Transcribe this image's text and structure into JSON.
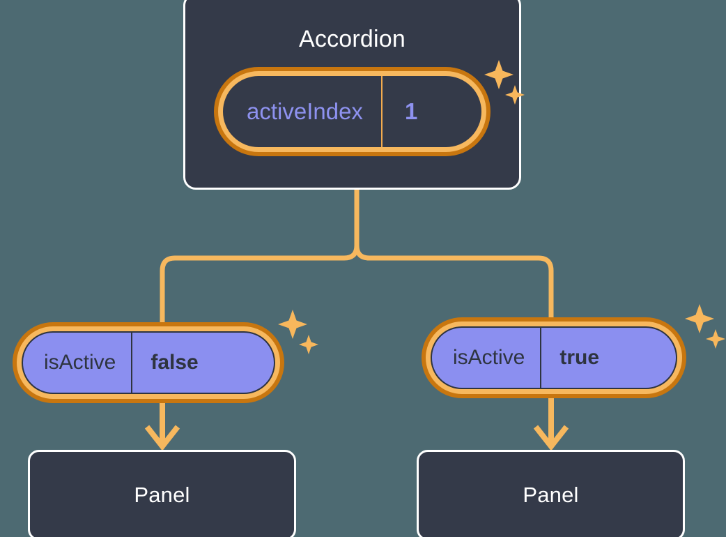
{
  "diagram": {
    "title_semantic": "react-component-state-tree",
    "background_color": "#4d6a72"
  },
  "colors": {
    "background": "#4d6a72",
    "card_fill": "#343a49",
    "card_border": "#ffffff",
    "ring_outer": "#c8760f",
    "ring_inner": "#f7b85e",
    "connector": "#f7b85e",
    "prop_fill": "#8b8ff0",
    "prop_text": "#2e3440",
    "state_text": "#8e92f0",
    "sparkle": "#f8b75c"
  },
  "nodes": {
    "root": {
      "label": "Accordion",
      "state": {
        "key": "activeIndex",
        "value": "1",
        "highlighted": true
      }
    },
    "children": [
      {
        "prop": {
          "key": "isActive",
          "value": "false",
          "highlighted": true
        },
        "component": {
          "label": "Panel"
        }
      },
      {
        "prop": {
          "key": "isActive",
          "value": "true",
          "highlighted": true
        },
        "component": {
          "label": "Panel"
        }
      }
    ]
  },
  "icons": {
    "sparkle": "sparkle-icon",
    "arrow_down": "arrow-down-icon"
  }
}
